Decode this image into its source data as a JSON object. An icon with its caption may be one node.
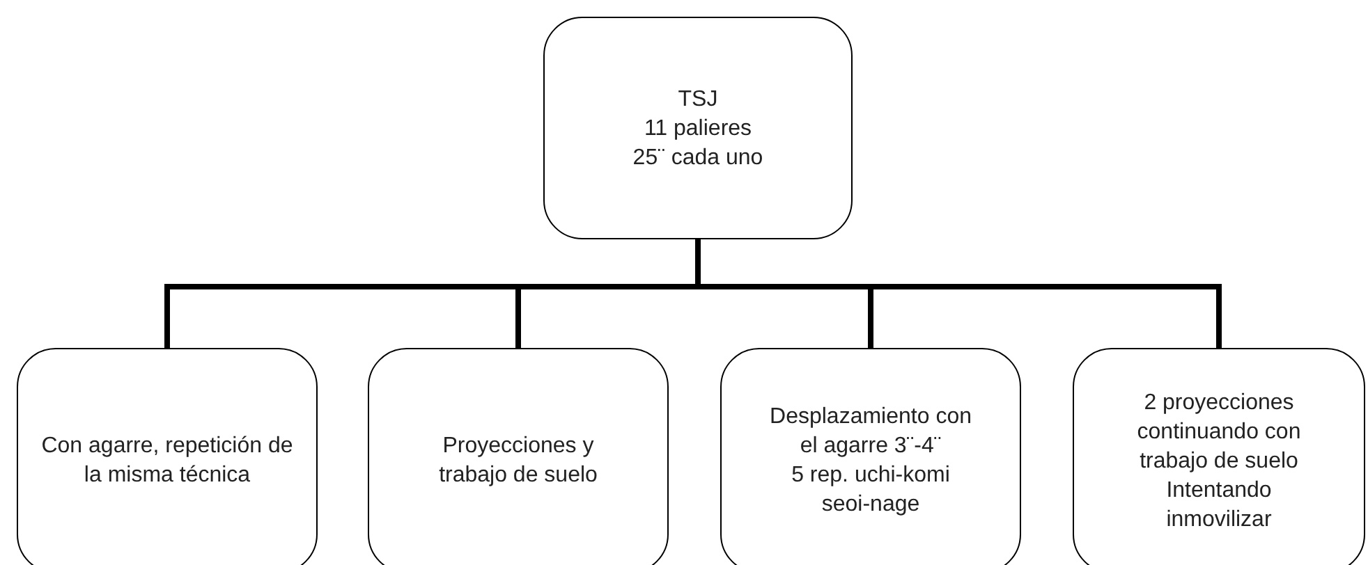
{
  "diagram": {
    "nodes": [
      {
        "text": [
          "TSJ",
          "11 palieres",
          "25¨ cada uno"
        ]
      },
      {
        "text": [
          "Con agarre, repetición de la misma técnica"
        ]
      },
      {
        "text": [
          "Proyecciones y trabajo de suelo"
        ]
      },
      {
        "text": [
          "Desplazamiento con el agarre 3¨-4¨",
          "5 rep. uchi-komi seoi-nage"
        ]
      },
      {
        "text": [
          "2 proyecciones continuando con trabajo de suelo",
          "Intentando inmovilizar"
        ]
      }
    ],
    "edges": [
      {
        "from": 0,
        "to": 1,
        "arrow": "none"
      },
      {
        "from": 0,
        "to": 2,
        "arrow": "none"
      },
      {
        "from": 0,
        "to": 3,
        "arrow": "none"
      },
      {
        "from": 0,
        "to": 4,
        "arrow": "none"
      }
    ]
  }
}
